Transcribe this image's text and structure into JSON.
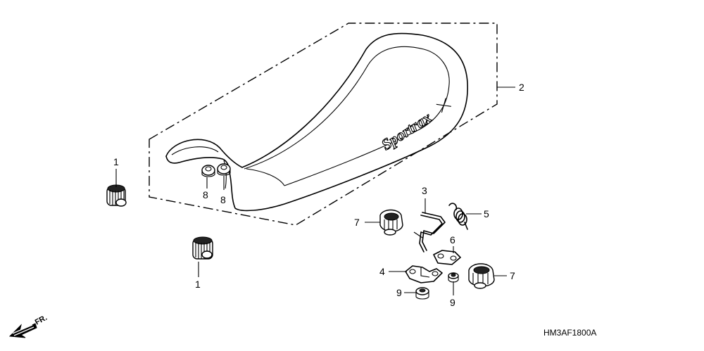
{
  "diagram": {
    "callouts": {
      "grommet_left": "1",
      "grommet_bottom": "1",
      "seat": "2",
      "rod": "3",
      "spring": "5",
      "stay_left": "4",
      "stay_right": "6",
      "grommet_mid": "7",
      "grommet_right": "7",
      "nut_seat_a": "8",
      "nut_seat_b": "8",
      "nut_bottom_a": "9",
      "nut_bottom_b": "9"
    },
    "seat_logo": "Sportrax",
    "direction_label": "FR.",
    "figure_code": "HM3AF1800A",
    "icons": [
      "front-direction-arrow-icon"
    ]
  }
}
